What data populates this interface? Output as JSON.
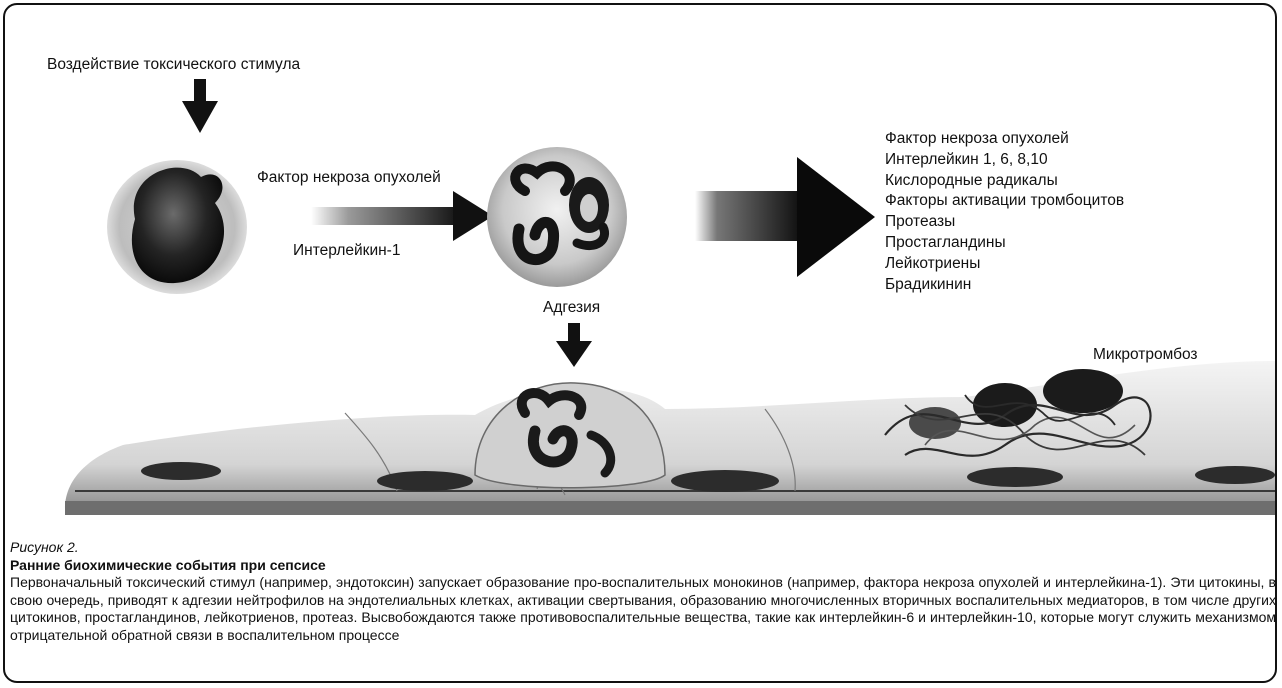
{
  "diagram": {
    "stimulus_label": "Воздействие токсического стимула",
    "arrow_label_top": "Фактор некроза опухолей",
    "arrow_label_bottom": "Интерлейкин-1",
    "adhesion_label": "Адгезия",
    "microthrombosis_label": "Микротромбоз",
    "mediators": [
      "Фактор некроза опухолей",
      "Интерлейкин 1, 6, 8,10",
      "Кислородные радикалы",
      "Факторы активации тромбоцитов",
      "Протеазы",
      "Простагландины",
      "Лейкотриены",
      "Брадикинин"
    ]
  },
  "caption": {
    "figure_number": "Рисунок 2.",
    "title": "Ранние биохимические события при сепсисе",
    "text": "Первоначальный токсический стимул (например, эндотоксин) запускает образование про-воспалительных монокинов (например, фактора некроза опухолей и интерлейкина-1). Эти цитокины, в свою очередь, приводят к адгезии нейтрофилов на эндотелиальных клетках, активации свертывания, образованию многочисленных вторичных воспалительных медиаторов, в том числе других цитокинов, простагландинов, лейкотриенов, протеаз. Высвобождаются также противовоспалительные вещества, такие как интерлейкин-6 и интерлейкин-10, которые могут служить механизмом отрицательной обратной связи в воспалительном процессе"
  }
}
